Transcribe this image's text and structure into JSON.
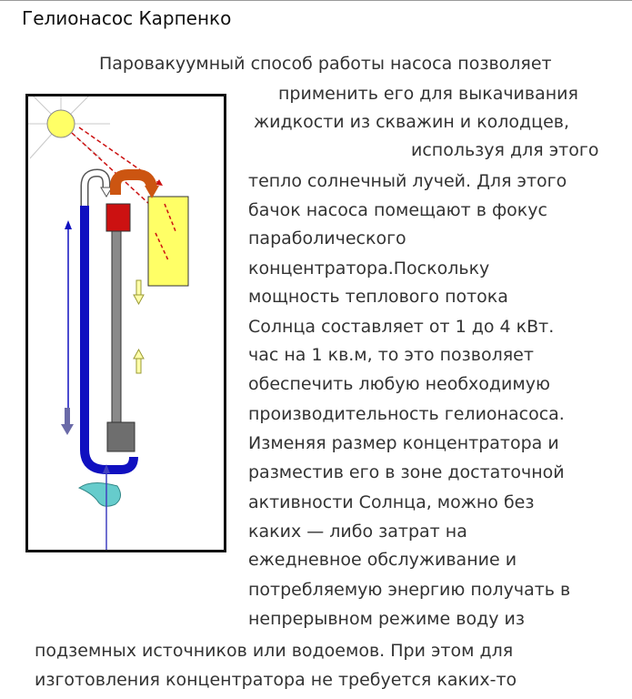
{
  "document": {
    "title": "Гелионасос Карпенко",
    "lines": [
      "Паровакуумный способ работы насоса позволяет",
      "применить его для выкачивания",
      "жидкости из скважин  и колодцев,",
      "используя для этого",
      "тепло солнечный лучей. Для этого",
      "бачок насоса помещают в фокус",
      "параболического",
      "концентратора.Поскольку",
      "мощность теплового потока",
      " Солнца составляет от 1 до 4 кВт.",
      "час на 1 кв.м, то это позволяет",
      "обеспечить любую необходимую",
      "производительность гелионасоса.",
      "Изменяя размер концентратора и",
      "разместив его в зоне достаточной",
      "активности Солнца, можно без",
      "каких — либо затрат на",
      "ежедневное обслуживание и",
      " потребляемую энергию получать в",
      "непрерывном режиме воду из",
      "подземных источников или водоемов. При этом для",
      "изготовления концентратора не требуется каких-то"
    ]
  },
  "figure": {
    "colors": {
      "sun": "#ffff66",
      "pipe_blue": "#1010c0",
      "pipe_gray": "#8a8a8a",
      "tank_red": "#cc1111",
      "concentrator": "#ffff66",
      "outlet_orange": "#cc5511",
      "intake_cyan": "#66cccc"
    }
  }
}
